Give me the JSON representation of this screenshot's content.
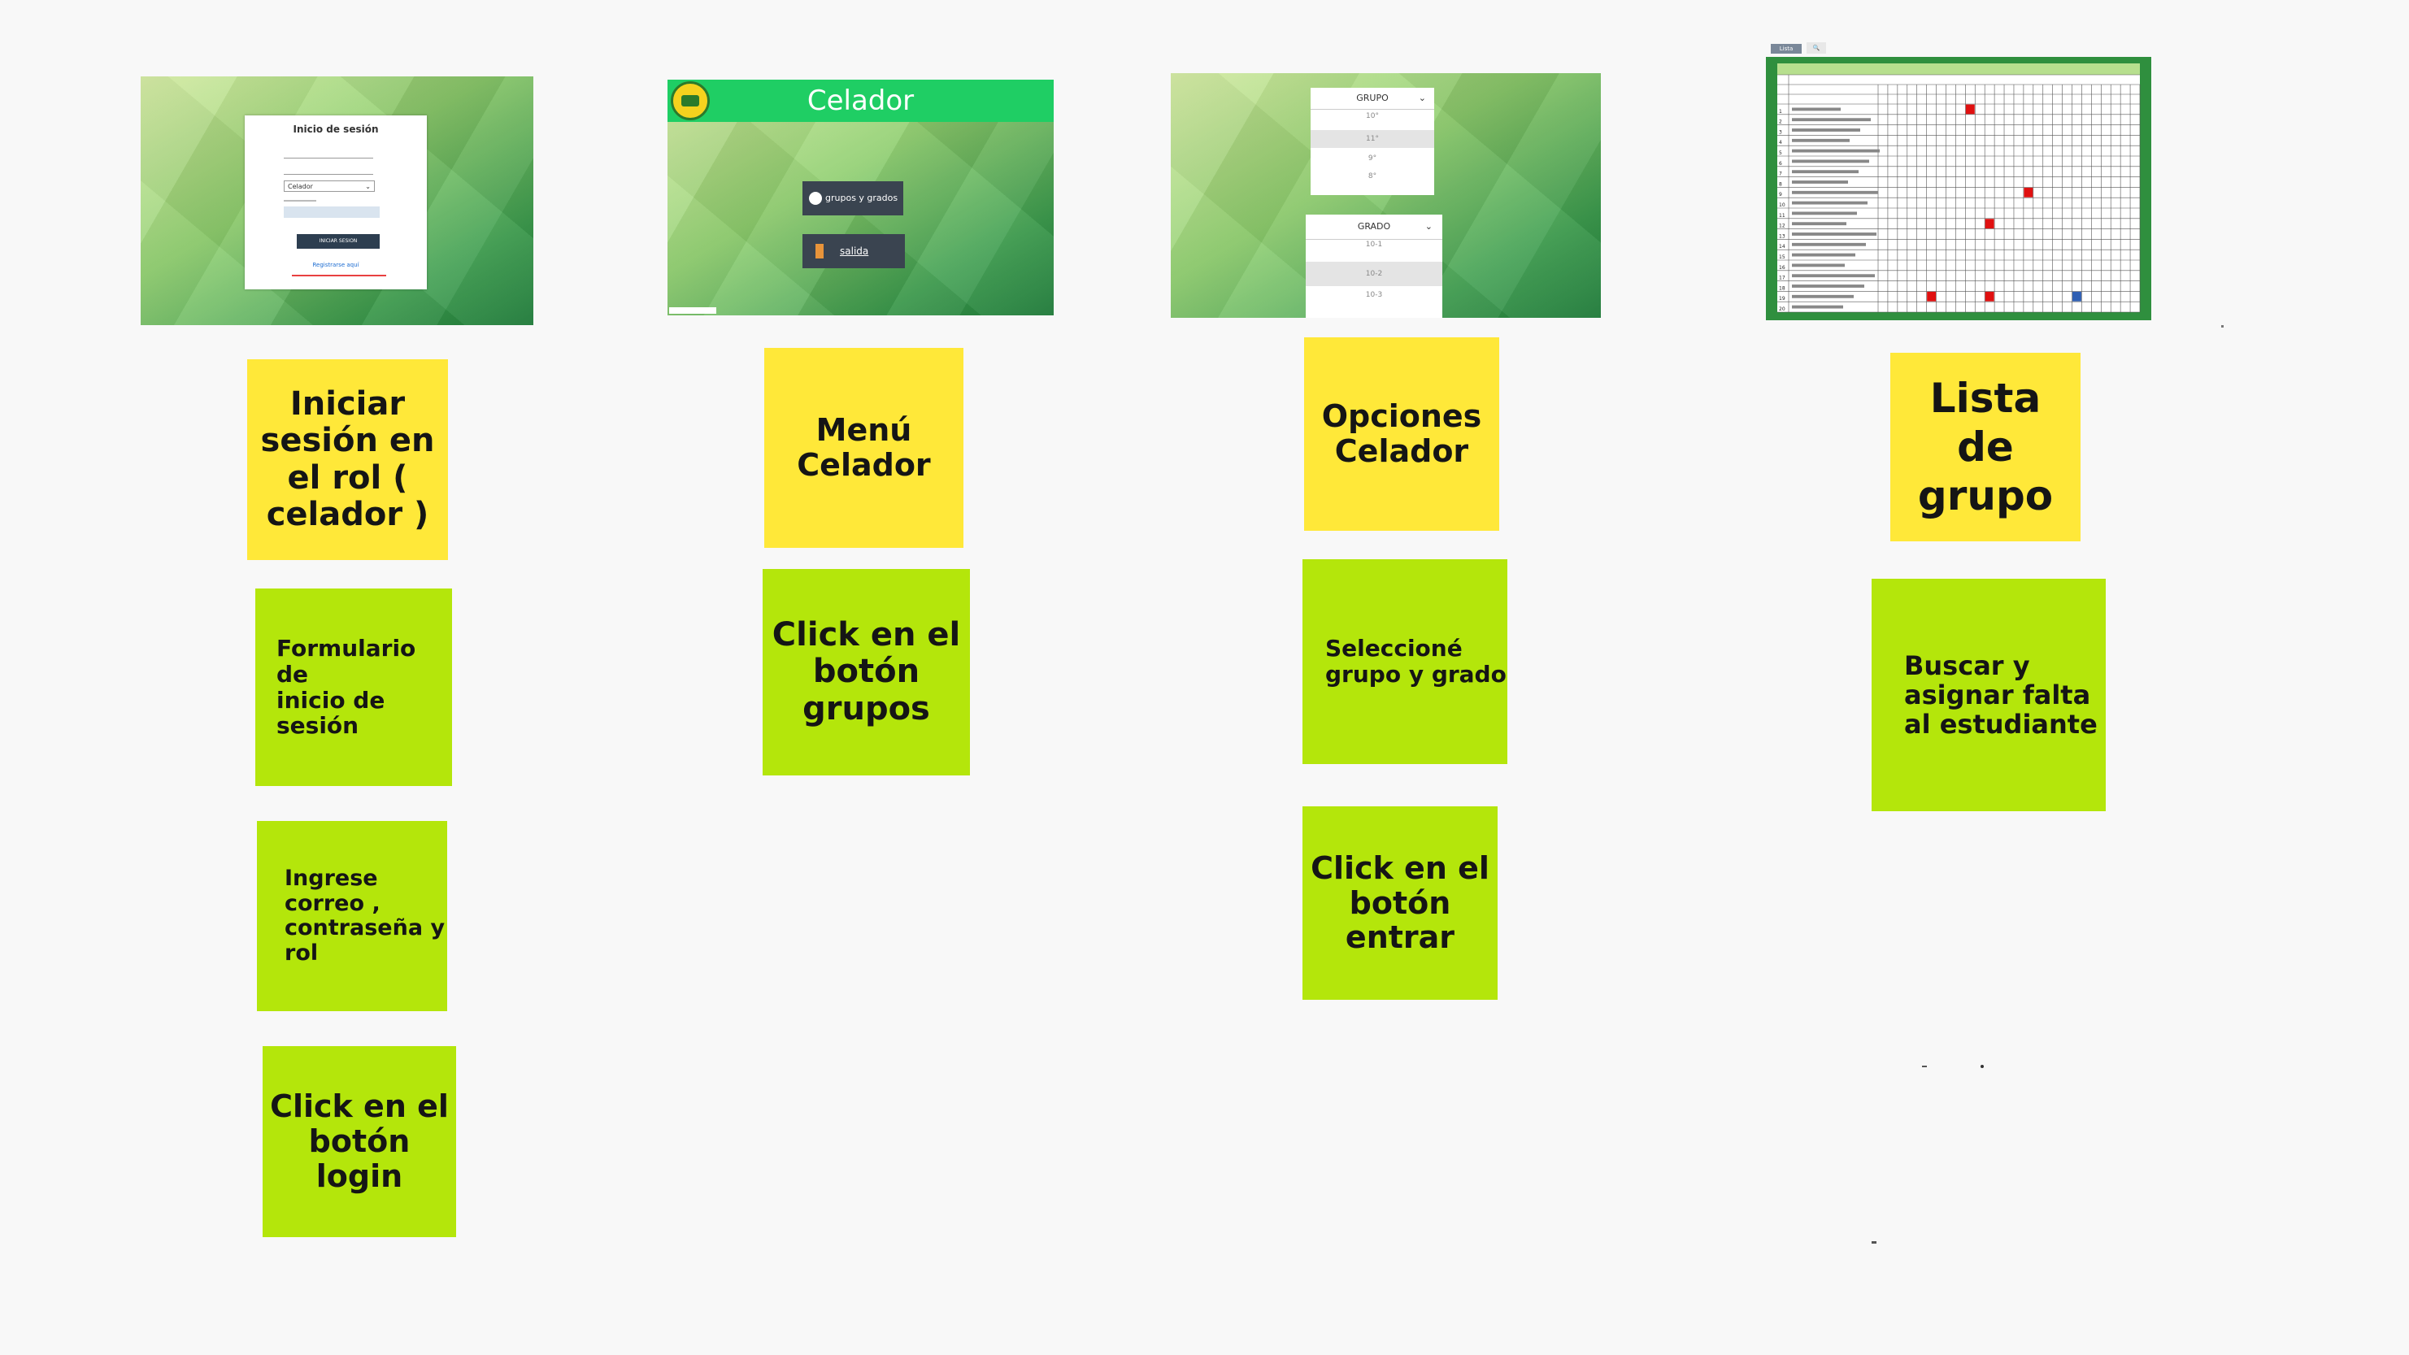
{
  "flow": {
    "columns": [
      {
        "screen": {
          "title": "Inicio de sesión",
          "role_value": "Celador",
          "button_label": "INICIAR SESION",
          "register_link": "Registrarse aquí"
        },
        "notes": [
          {
            "lines": [
              "Iniciar",
              "sesión en",
              "el rol (",
              "celador )"
            ]
          },
          {
            "lines": [
              "Formulario de",
              "inicio de",
              "sesión"
            ]
          },
          {
            "lines": [
              "Ingrese",
              "correo ,",
              "contraseña y",
              "rol"
            ]
          },
          {
            "lines": [
              "Click en el",
              "botón",
              "login"
            ]
          }
        ]
      },
      {
        "screen": {
          "title": "Celador",
          "button_grupos": "grupos y grados",
          "button_salir": "salida"
        },
        "notes": [
          {
            "lines": [
              "Menú",
              "Celador"
            ]
          },
          {
            "lines": [
              "Click en el",
              "botón",
              "grupos"
            ]
          }
        ]
      },
      {
        "screen": {
          "select_grupo": "GRUPO",
          "grupo_options": [
            "10°",
            "11°",
            "9°",
            "8°"
          ],
          "select_grado": "GRADO",
          "grado_options": [
            "10-1",
            "10-2",
            "10-3"
          ]
        },
        "notes": [
          {
            "lines": [
              "Opciones",
              "Celador"
            ]
          },
          {
            "lines": [
              "Seleccioné",
              "grupo y grado"
            ]
          },
          {
            "lines": [
              "Click en el",
              "botón",
              "entrar"
            ]
          }
        ]
      },
      {
        "screen": {
          "tab_labels": [
            "Lista",
            "🔍"
          ],
          "row_numbers": [
            1,
            2,
            3,
            4,
            5,
            6,
            7,
            8,
            9,
            10,
            11,
            12,
            13,
            14,
            15,
            16,
            17,
            18,
            19,
            20
          ]
        },
        "notes": [
          {
            "lines": [
              "Lista",
              "de",
              "grupo"
            ]
          },
          {
            "lines": [
              "Buscar y",
              "asignar  falta",
              "al estudiante"
            ]
          }
        ]
      }
    ]
  },
  "colors": {
    "yellow_note": "#ffe839",
    "green_note": "#b4e60b",
    "header_green": "#1fce64",
    "absence_red": "#e01010",
    "absence_blue": "#2f5fb3"
  }
}
